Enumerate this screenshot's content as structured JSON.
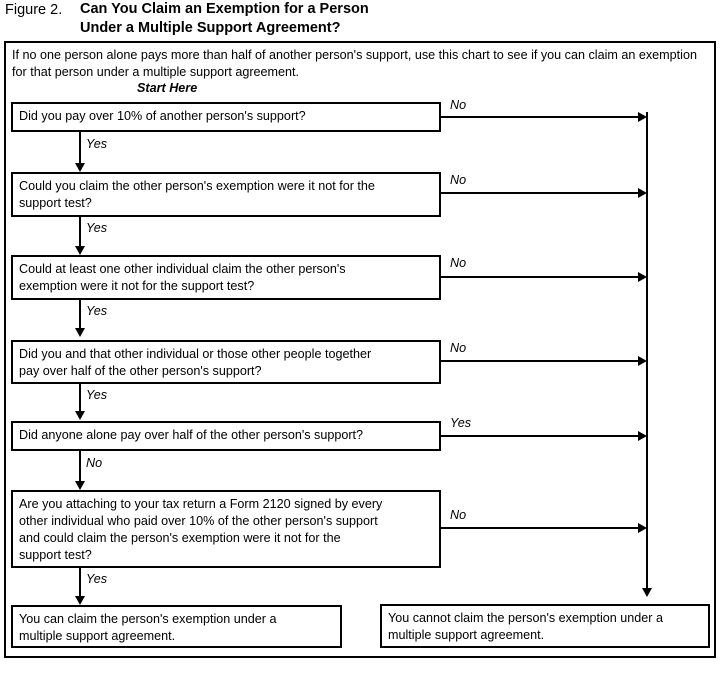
{
  "figure": {
    "label": "Figure 2.",
    "title": "Can You Claim an Exemption for a Person\nUnder a Multiple Support Agreement?"
  },
  "intro": "If no one person alone pays more than half of another person's support, use this chart to see if you can claim an exemption for that person under a multiple support agreement.",
  "start_label": "Start Here",
  "nodes": {
    "q1": "Did you pay over 10% of another person's support?",
    "q2": "Could you claim the other person's exemption were it not for the\nsupport test?",
    "q3": "Could at least one other individual claim the other person's\nexemption were it not for the support test?",
    "q4": "Did you and that other individual or those other people together\npay over half of the other person's support?",
    "q5": "Did anyone alone pay over half of the other person's support?",
    "q6": "Are you attaching to your tax return a Form 2120 signed by every\nother individual who paid over 10% of the other person's support\nand could claim the person's exemption were it not for the\nsupport test?",
    "outcome_yes": "You can claim the person's exemption under a\nmultiple support agreement.",
    "outcome_no": "You cannot claim the person's exemption under a\nmultiple support agreement."
  },
  "edges": {
    "q1_down": "Yes",
    "q1_right": "No",
    "q2_down": "Yes",
    "q2_right": "No",
    "q3_down": "Yes",
    "q3_right": "No",
    "q4_down": "Yes",
    "q4_right": "No",
    "q5_down": "No",
    "q5_right": "Yes",
    "q6_down": "Yes",
    "q6_right": "No"
  },
  "colors": {
    "ink": "#000000",
    "paper": "#ffffff"
  }
}
